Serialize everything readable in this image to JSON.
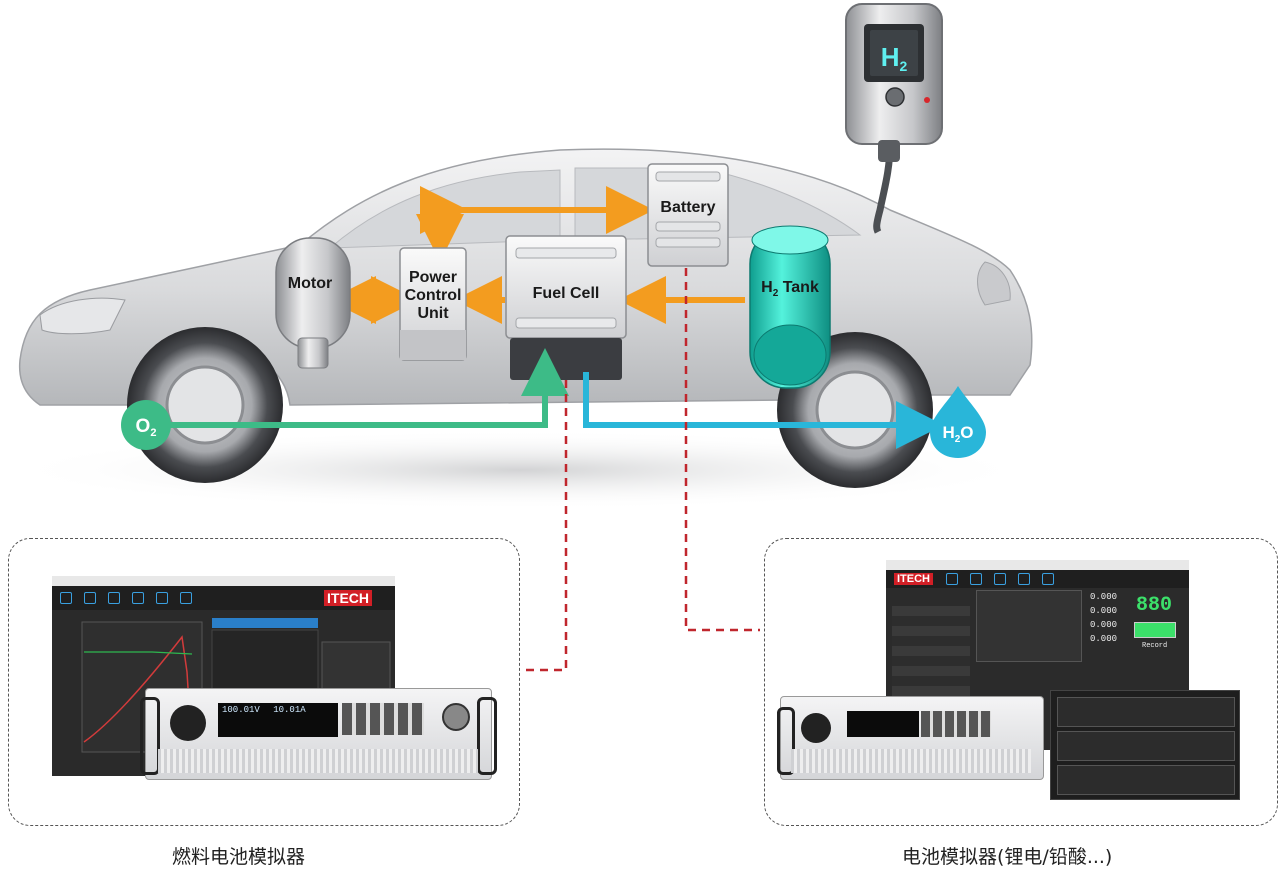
{
  "diagram": {
    "components": {
      "motor": "Motor",
      "pcu": [
        "Power",
        "Control",
        "Unit"
      ],
      "fuel_cell": "Fuel Cell",
      "battery": "Battery",
      "h2_tank": {
        "main": "H",
        "sub": "2",
        "rest": " Tank"
      },
      "o2": {
        "main": "O",
        "sub": "2"
      },
      "h2o": {
        "main": "H",
        "sub": "2",
        "rest": "O"
      }
    },
    "charger_display": {
      "main": "H",
      "sub": "2"
    }
  },
  "panels": {
    "left": {
      "caption": "燃料电池模拟器",
      "brand": "ITECH",
      "instrument_readings": [
        "100.01V",
        "10.01A"
      ]
    },
    "right": {
      "caption": "电池模拟器(锂电/铅酸...)",
      "brand": "ITECH",
      "readouts": [
        "0.000",
        "0.000",
        "0.000",
        "0.000"
      ],
      "segment": "880",
      "record_label": "Record"
    }
  },
  "colors": {
    "orange_arrow": "#f39c1f",
    "green_o2": "#3dbb87",
    "blue_h2o": "#29b6d9",
    "red_dashed": "#c0262d",
    "h2_tank": "#2fd3c2"
  }
}
